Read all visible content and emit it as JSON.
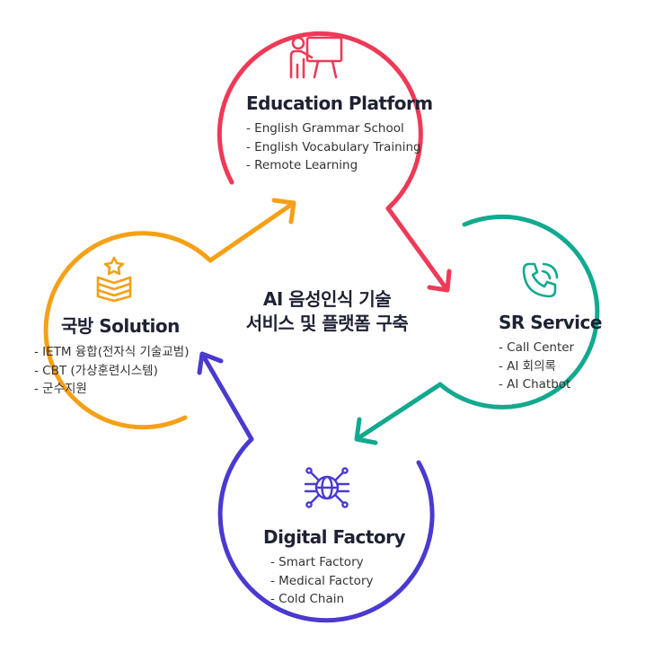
{
  "center": {
    "line1": "AI 음성인식 기술",
    "line2": "서비스 및 플랫폼 구축"
  },
  "education": {
    "title": "Education Platform",
    "items": [
      "-  English Grammar School",
      "- English Vocabulary Training",
      "- Remote Learning"
    ],
    "color": "#ee3a57"
  },
  "sr": {
    "title": "SR Service",
    "items": [
      "- Call Center",
      "- AI 회의록",
      "- AI Chatbot"
    ],
    "color": "#12a98f"
  },
  "digital": {
    "title": "Digital Factory",
    "items": [
      "-  Smart Factory",
      "- Medical Factory",
      "- Cold Chain"
    ],
    "color": "#4a3ad0"
  },
  "defense": {
    "title": "국방 Solution",
    "items": [
      "- IETM 융합(전자식 기술교범)",
      "- CBT (가상훈련시스템)",
      "- 군수지원"
    ],
    "color": "#f5a016"
  },
  "icons": {
    "education": "presentation-teacher-icon",
    "sr": "phone-call-icon",
    "digital": "globe-network-icon",
    "defense": "military-rank-badge-icon"
  }
}
